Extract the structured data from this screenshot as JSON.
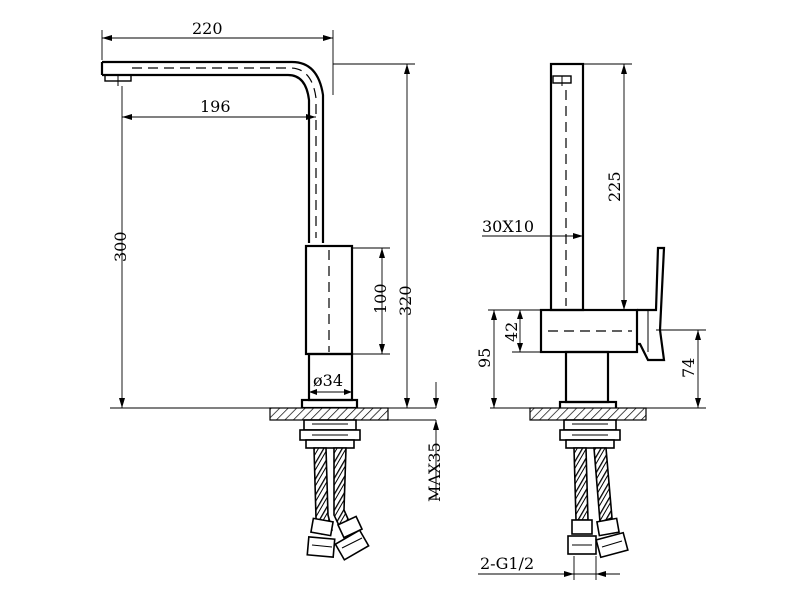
{
  "drawing": {
    "front_view": {
      "dim_spout_overall": "220",
      "dim_spout_reach": "196",
      "dim_spout_height": "300",
      "dim_total_height": "320",
      "dim_body_height": "100",
      "dim_base_diameter": "ø34"
    },
    "side_view": {
      "dim_spout_section": "30X10",
      "dim_spout_rise": "225",
      "dim_handle_width": "42",
      "dim_handle_height": "95",
      "dim_base_to_handle": "74",
      "dim_max_deck_thickness": "MAX35",
      "dim_hose_thread": "2-G1/2"
    }
  }
}
